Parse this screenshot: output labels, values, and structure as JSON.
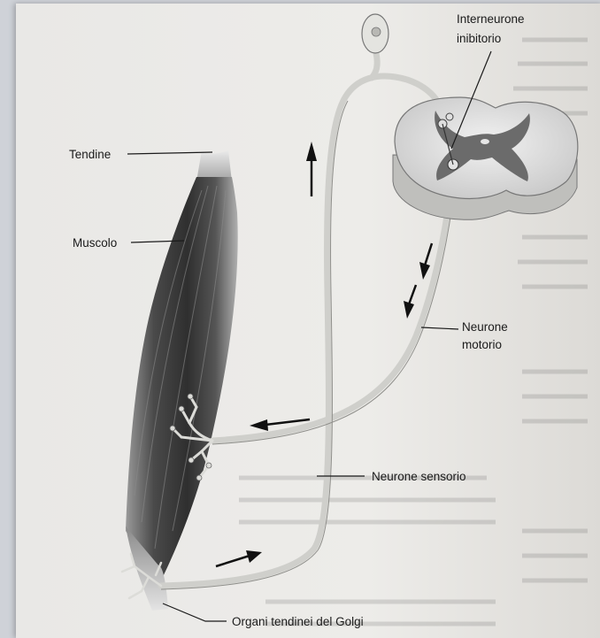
{
  "labels": {
    "tendine": "Tendine",
    "muscolo": "Muscolo",
    "interneurone_line1": "Interneurone",
    "interneurone_line2": "inibitorio",
    "neurone_motorio_line1": "Neurone",
    "neurone_motorio_line2": "motorio",
    "neurone_sensorio": "Neurone sensorio",
    "organi_tendinei": "Organi tendinei del Golgi"
  },
  "icons": [
    "up-arrow-icon",
    "down-arrow-icon",
    "left-arrow-icon",
    "right-arrow-icon"
  ],
  "colors": {
    "page": "#edece9",
    "muscle_dark": "#3a3a3a",
    "nerve": "#dcdcd8",
    "cord_gray": "#6b6b6b"
  }
}
